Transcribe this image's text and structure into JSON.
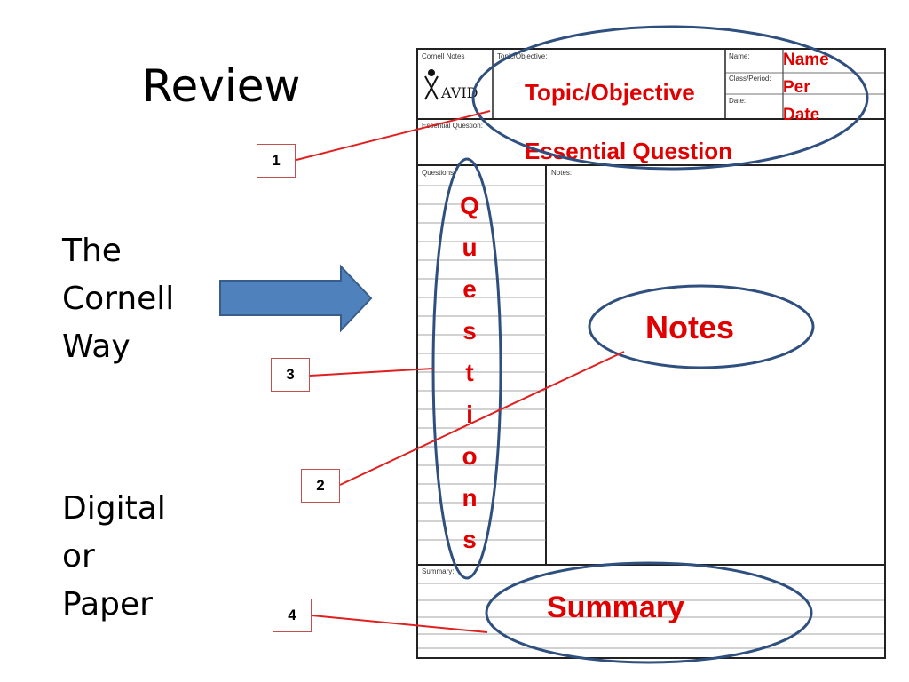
{
  "slide": {
    "title": "Review",
    "left_words_1": [
      "The",
      "Cornell",
      "Way"
    ],
    "left_words_2": [
      "Digital",
      "or",
      "Paper"
    ]
  },
  "callouts": {
    "c1": "1",
    "c2": "2",
    "c3": "3",
    "c4": "4"
  },
  "form": {
    "cornell_notes": "Cornell Notes",
    "topic_objective_small": "Topic/Objective:",
    "name_small": "Name:",
    "class_period_small": "Class/Period:",
    "date_small": "Date:",
    "essential_question_small": "Essential Question:",
    "questions_small": "Questions:",
    "notes_small": "Notes:",
    "summary_small": "Summary:",
    "logo_text": "AVID"
  },
  "labels": {
    "name": "Name",
    "per": "Per",
    "date": "Date",
    "topic_objective": "Topic/Objective",
    "essential_question": "Essential Question",
    "questions_letters": [
      "Q",
      "u",
      "e",
      "s",
      "t",
      "i",
      "o",
      "n",
      "s"
    ],
    "notes": "Notes",
    "summary": "Summary"
  },
  "colors": {
    "arrow_fill": "#4f81bd",
    "arrow_stroke": "#385d8a",
    "ellipse_stroke": "#2f4f7f",
    "label_red": "#e00000",
    "connector_red": "#e02020"
  }
}
